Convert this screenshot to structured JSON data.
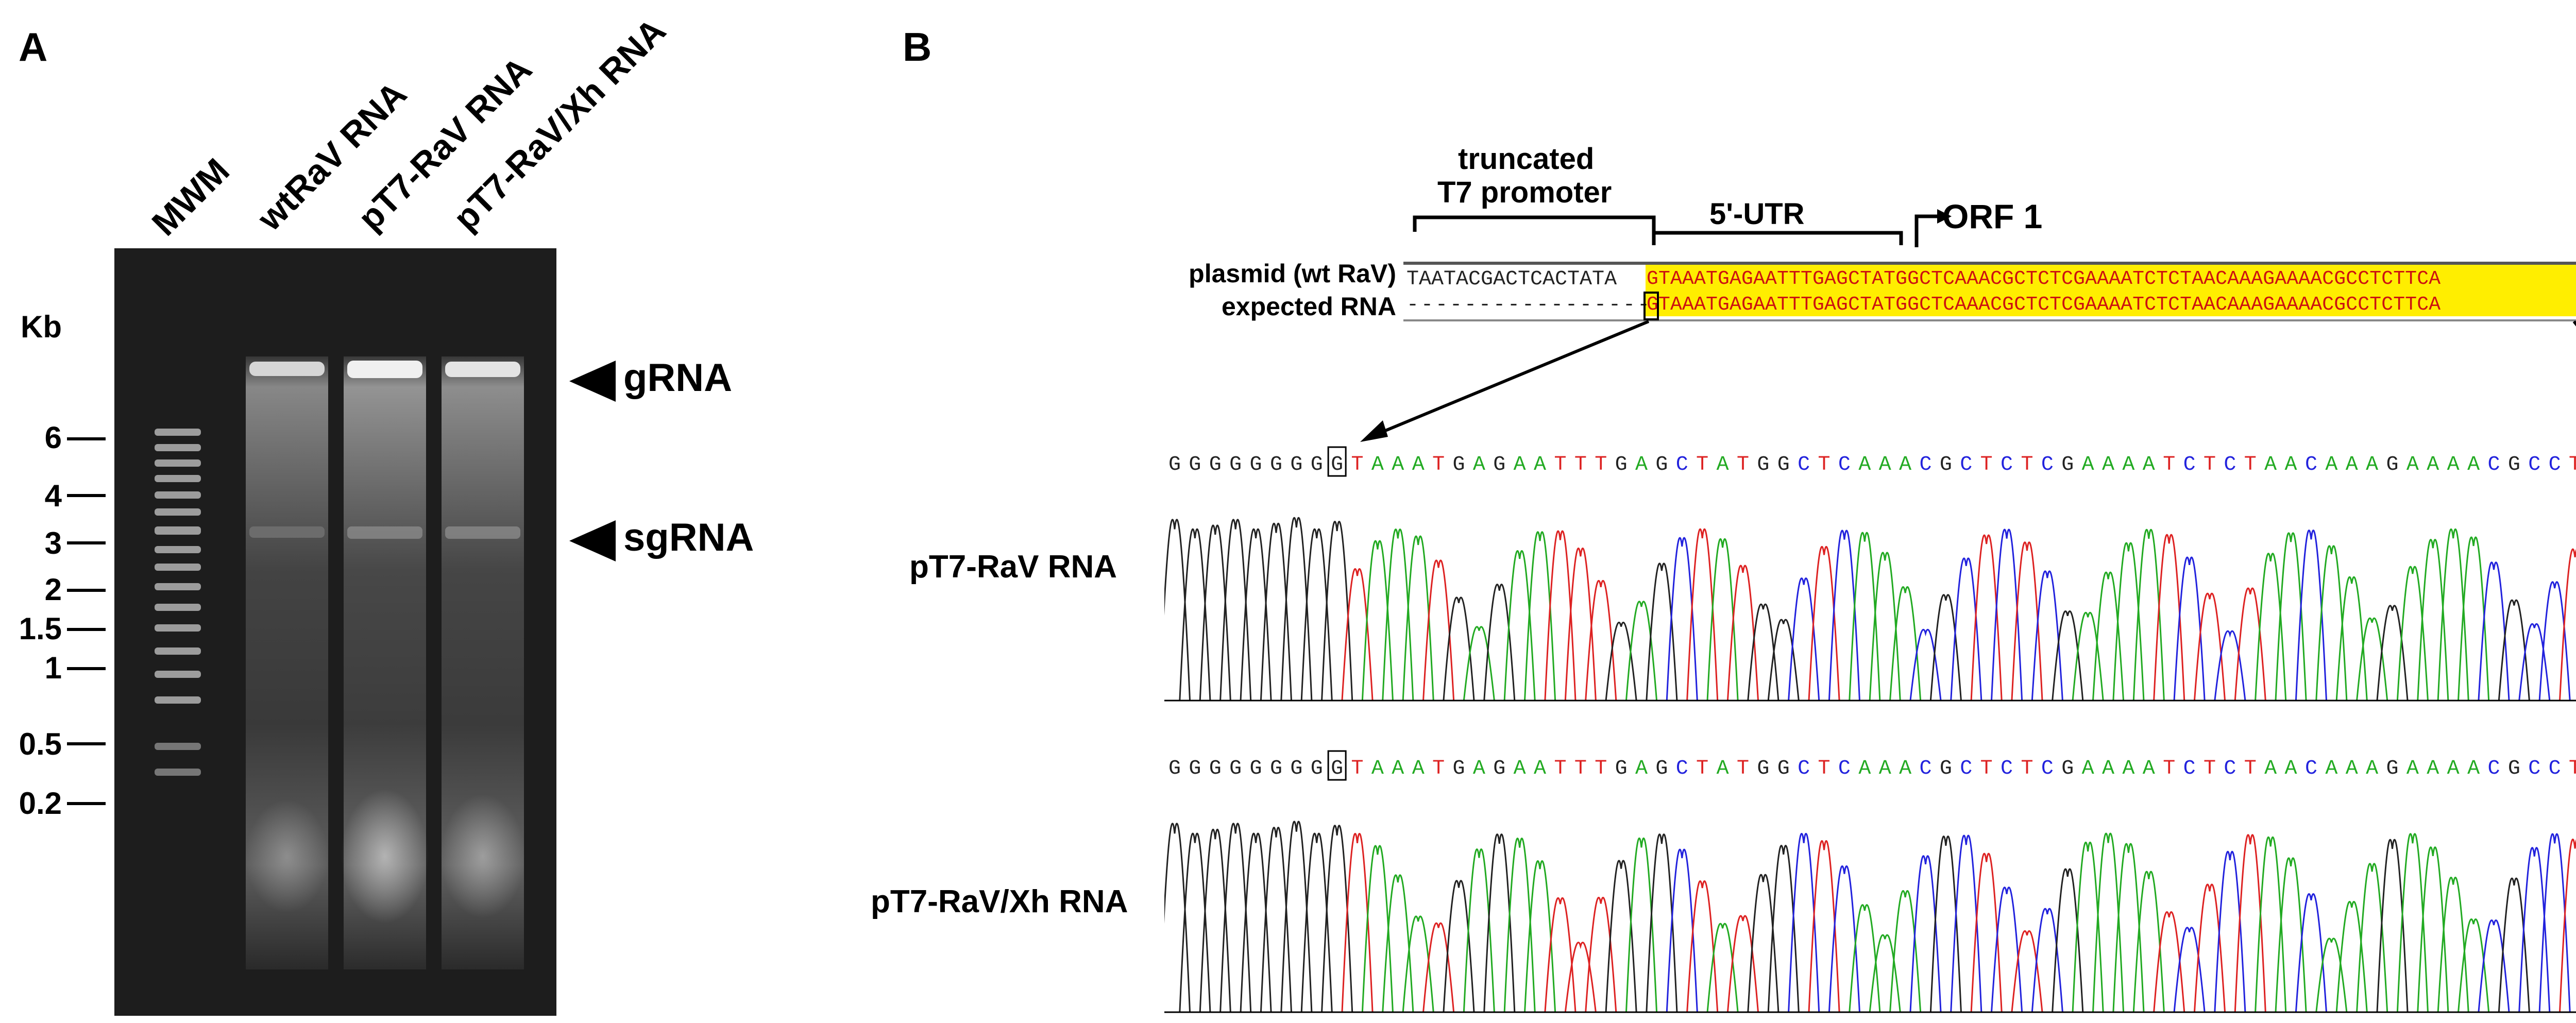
{
  "panel_a": {
    "letter": "A",
    "unit_label": "Kb",
    "lanes": [
      "MWM",
      "wtRaV RNA",
      "pT7-RaV RNA",
      "pT7-RaV/Xh RNA"
    ],
    "mw_markers": [
      "6",
      "4",
      "3",
      "2",
      "1.5",
      "1",
      "0.5",
      "0.2"
    ],
    "band_labels": {
      "genomic": "gRNA",
      "subgenomic": "sgRNA"
    }
  },
  "panel_b": {
    "letter": "B",
    "region_labels": {
      "promoter_line1": "truncated",
      "promoter_line2": "T7 promoter",
      "utr": "5'-UTR",
      "orf": "ORF 1"
    },
    "alignment": {
      "plasmid_label": "plasmid (wt RaV)",
      "plasmid_promoter_seq": "TAATACGACTCACTATA",
      "plasmid_insert_seq": "GTAAATGAGAATTTGAGCTATGGCTCAAACGCTCTCGAAAATCTCTAACAAAGAAAACGCCTCTTCA",
      "rna_label": "expected RNA",
      "rna_dashes": "-----------------",
      "rna_insert_seq": "GTAAATGAGAATTTGAGCTATGGCTCAAACGCTCTCGAAAATCTCTAACAAAGAAAACGCCTCTTCA"
    },
    "traces": [
      {
        "label": "pT7-RaV RNA",
        "bases": "GGGGGGGGGTAAATGAGAATTTGAGCTATGGCTCAAACGCTCTCGAAAATCTCTAACAAAGAAAACGCCTCTTCA"
      },
      {
        "label": "pT7-RaV/Xh RNA",
        "bases": "GGGGGGGGGTAAATGAGAATTTGAGCTATGGCTCAAACGCTCTCGAAAATCTCTAACAAAGAAAACGCCTCTTCA"
      }
    ],
    "base_colors": {
      "A": "#22aa22",
      "C": "#2222dd",
      "G": "#222222",
      "T": "#dd2222"
    },
    "highlight_color": "#ffee00"
  }
}
